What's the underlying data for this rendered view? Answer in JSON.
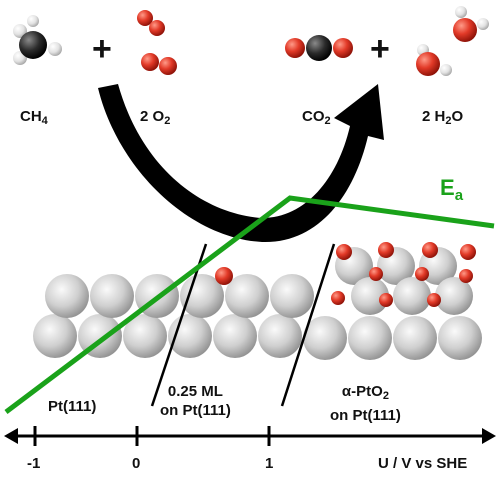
{
  "reaction": {
    "reactant1": "CH",
    "reactant1_sub": "4",
    "reactant2": "2 O",
    "reactant2_sub": "2",
    "product1": "CO",
    "product1_sub": "2",
    "product2": "2 H",
    "product2_sub": "2",
    "product2_tail": "O",
    "plus": "+"
  },
  "curve_label": {
    "main": "E",
    "sub": "a"
  },
  "regions": {
    "pt111": "Pt(111)",
    "ml_line1": "0.25 ML",
    "ml_line2": "on Pt(111)",
    "ptO2_line1": "α-PtO",
    "ptO2_sub": "2",
    "ptO2_line2": "on Pt(111)"
  },
  "axis": {
    "title": "U / V vs SHE",
    "ticks": [
      "-1",
      "0",
      "1"
    ]
  },
  "colors": {
    "activation_curve": "#1aa21a",
    "platinum": "#c8c8c8",
    "oxygen": "#d93a2b",
    "carbon": "#2a2a2a",
    "hydrogen": "#e6e6e6",
    "arrow": "#000000"
  }
}
